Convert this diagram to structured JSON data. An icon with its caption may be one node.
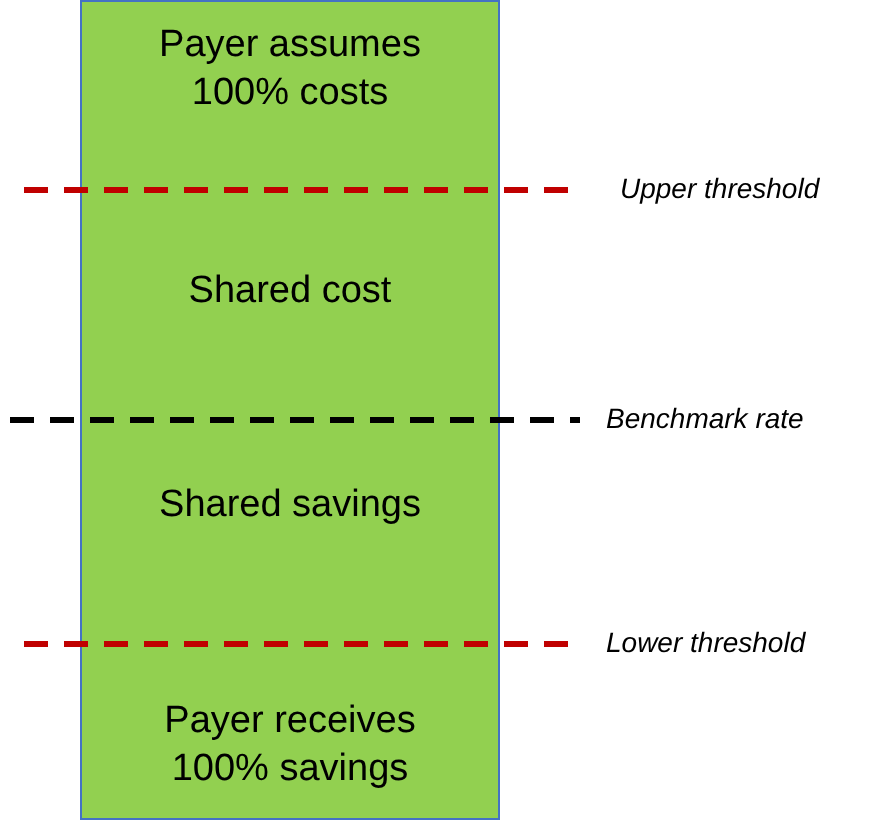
{
  "diagram": {
    "nodes": [
      {
        "text": [
          "Payer assumes 100% costs",
          "Shared cost",
          "Shared savings",
          "Payer receives 100% savings"
        ]
      }
    ],
    "labels": [
      "Upper threshold",
      "Benchmark rate",
      "Lower threshold"
    ]
  }
}
